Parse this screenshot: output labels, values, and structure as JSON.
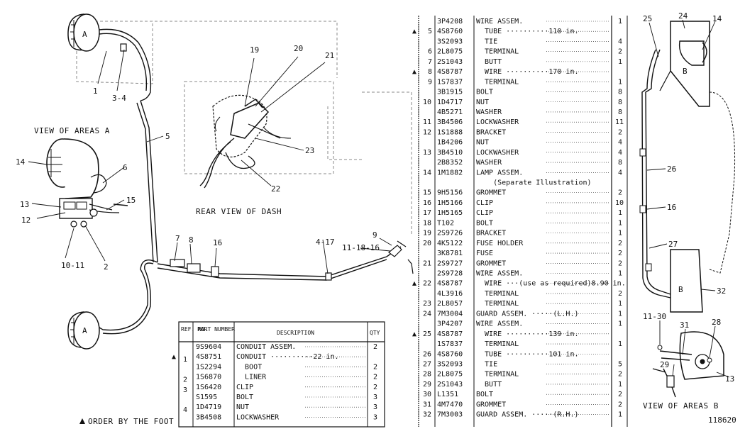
{
  "captions": {
    "view_areas_a": "VIEW OF AREAS A",
    "rear_view_dash": "REAR VIEW OF DASH",
    "view_areas_b": "VIEW OF AREAS B",
    "order_note": "ORDER BY THE FOOT",
    "drawing_id": "118620"
  },
  "lamp_labels": {
    "a_top": "A",
    "a_bottom": "A",
    "b_top": "B",
    "b_bottom": "B"
  },
  "callouts_left": {
    "c1": "1",
    "c3_4": "3-4",
    "c5": "5",
    "c6": "6",
    "c14": "14",
    "c15": "15",
    "c13": "13",
    "c12": "12",
    "c10_11": "10-11",
    "c2": "2",
    "c7": "7",
    "c8": "8",
    "c16": "16",
    "c4_17": "4-17",
    "c9": "9",
    "c11_18_16": "11-18-16",
    "c19": "19",
    "c20": "20",
    "c21": "21",
    "c23": "23",
    "c22": "22"
  },
  "callouts_right": {
    "c25": "25",
    "c24": "24",
    "c14": "14",
    "c26": "26",
    "c16": "16",
    "c27": "27",
    "c32": "32",
    "c11_30": "11-30",
    "c31": "31",
    "c28": "28",
    "c29": "29",
    "c13": "13"
  },
  "small_table": {
    "headers": {
      "ref": "REF. NO.",
      "part": "PART NUMBER",
      "desc": "DESCRIPTION",
      "qty": "QTY"
    },
    "rows": [
      {
        "mark": "",
        "ref": "",
        "part": "9S9604",
        "desc": "CONDUIT ASSEM.",
        "qty": "2"
      },
      {
        "mark": "▲",
        "ref": "1",
        "part": "4S8751",
        "desc": "CONDUIT ··········22 in.",
        "qty": ""
      },
      {
        "mark": "",
        "ref": "",
        "part": "1S2294",
        "desc": "  BOOT",
        "qty": "2"
      },
      {
        "mark": "",
        "ref": "2",
        "part": "1S6870",
        "desc": "  LINER",
        "qty": "2"
      },
      {
        "mark": "",
        "ref": "3",
        "part": "1S6420",
        "desc": "CLIP",
        "qty": "2"
      },
      {
        "mark": "",
        "ref": "",
        "part": "S1595",
        "desc": "BOLT",
        "qty": "3"
      },
      {
        "mark": "",
        "ref": "4",
        "part": "1D4719",
        "desc": "NUT",
        "qty": "3"
      },
      {
        "mark": "",
        "ref": "",
        "part": "3B4508",
        "desc": "LOCKWASHER",
        "qty": "3"
      }
    ]
  },
  "main_table": {
    "rows": [
      {
        "mark": "",
        "ref": "",
        "part": "3P4208",
        "desc": "WIRE ASSEM.",
        "qty": "1"
      },
      {
        "mark": "▲",
        "ref": "5",
        "part": "4S8760",
        "desc": "  TUBE ··········110 in.",
        "qty": ""
      },
      {
        "mark": "",
        "ref": "",
        "part": "3S2093",
        "desc": "  TIE",
        "qty": "4"
      },
      {
        "mark": "",
        "ref": "6",
        "part": "2L8075",
        "desc": "  TERMINAL",
        "qty": "2"
      },
      {
        "mark": "",
        "ref": "7",
        "part": "2S1043",
        "desc": "  BUTT",
        "qty": "1"
      },
      {
        "mark": "▲",
        "ref": "8",
        "part": "4S8787",
        "desc": "  WIRE ··········170 in.",
        "qty": ""
      },
      {
        "mark": "",
        "ref": "9",
        "part": "1S7837",
        "desc": "  TERMINAL",
        "qty": "1"
      },
      {
        "mark": "",
        "ref": "",
        "part": "3B1915",
        "desc": "BOLT",
        "qty": "8"
      },
      {
        "mark": "",
        "ref": "10",
        "part": "1D4717",
        "desc": "NUT",
        "qty": "8"
      },
      {
        "mark": "",
        "ref": "",
        "part": "4B5271",
        "desc": "WASHER",
        "qty": "8"
      },
      {
        "mark": "",
        "ref": "11",
        "part": "3B4506",
        "desc": "LOCKWASHER",
        "qty": "11"
      },
      {
        "mark": "",
        "ref": "12",
        "part": "1S1888",
        "desc": "BRACKET",
        "qty": "2"
      },
      {
        "mark": "",
        "ref": "",
        "part": "1B4206",
        "desc": "NUT",
        "qty": "4"
      },
      {
        "mark": "",
        "ref": "13",
        "part": "3B4510",
        "desc": "LOCKWASHER",
        "qty": "4"
      },
      {
        "mark": "",
        "ref": "",
        "part": "2B8352",
        "desc": "WASHER",
        "qty": "8"
      },
      {
        "mark": "",
        "ref": "14",
        "part": "1M1882",
        "desc": "LAMP ASSEM.",
        "qty": "4"
      },
      {
        "mark": "",
        "ref": "",
        "part": "",
        "desc": "    (Separate Illustration)",
        "qty": ""
      },
      {
        "mark": "",
        "ref": "15",
        "part": "9H5156",
        "desc": "GROMMET",
        "qty": "2"
      },
      {
        "mark": "",
        "ref": "16",
        "part": "1H5166",
        "desc": "CLIP",
        "qty": "10"
      },
      {
        "mark": "",
        "ref": "17",
        "part": "1H5165",
        "desc": "CLIP",
        "qty": "1"
      },
      {
        "mark": "",
        "ref": "18",
        "part": "T102",
        "desc": "BOLT",
        "qty": "1"
      },
      {
        "mark": "",
        "ref": "19",
        "part": "2S9726",
        "desc": "BRACKET",
        "qty": "1"
      },
      {
        "mark": "",
        "ref": "20",
        "part": "4K5122",
        "desc": "FUSE HOLDER",
        "qty": "2"
      },
      {
        "mark": "",
        "ref": "",
        "part": "3K8781",
        "desc": "FUSE",
        "qty": "2"
      },
      {
        "mark": "",
        "ref": "21",
        "part": "2S9727",
        "desc": "GROMMET",
        "qty": "2"
      },
      {
        "mark": "",
        "ref": "",
        "part": "2S9728",
        "desc": "WIRE ASSEM.",
        "qty": "1"
      },
      {
        "mark": "▲",
        "ref": "22",
        "part": "4S8787",
        "desc": "  WIRE ···(use as required)8.90 in.",
        "qty": ""
      },
      {
        "mark": "",
        "ref": "",
        "part": "4L3916",
        "desc": "  TERMINAL",
        "qty": "2"
      },
      {
        "mark": "",
        "ref": "23",
        "part": "2L8057",
        "desc": "  TERMINAL",
        "qty": "1"
      },
      {
        "mark": "",
        "ref": "24",
        "part": "7M3004",
        "desc": "GUARD ASSEM. ·····(L.H.)",
        "qty": "1"
      },
      {
        "mark": "",
        "ref": "",
        "part": "3P4207",
        "desc": "WIRE ASSEM.",
        "qty": "1"
      },
      {
        "mark": "▲",
        "ref": "25",
        "part": "4S8787",
        "desc": "  WIRE ··········139 in.",
        "qty": ""
      },
      {
        "mark": "",
        "ref": "",
        "part": "1S7837",
        "desc": "  TERMINAL",
        "qty": "1"
      },
      {
        "mark": "",
        "ref": "26",
        "part": "4S8760",
        "desc": "  TUBE ··········101 in.",
        "qty": ""
      },
      {
        "mark": "",
        "ref": "27",
        "part": "3S2093",
        "desc": "  TIE",
        "qty": "5"
      },
      {
        "mark": "",
        "ref": "28",
        "part": "2L8075",
        "desc": "  TERMINAL",
        "qty": "2"
      },
      {
        "mark": "",
        "ref": "29",
        "part": "2S1043",
        "desc": "  BUTT",
        "qty": "1"
      },
      {
        "mark": "",
        "ref": "30",
        "part": "L1351",
        "desc": "BOLT",
        "qty": "2"
      },
      {
        "mark": "",
        "ref": "31",
        "part": "4M7470",
        "desc": "GROMMET",
        "qty": "2"
      },
      {
        "mark": "",
        "ref": "32",
        "part": "7M3003",
        "desc": "GUARD ASSEM. ·····(R.H.)",
        "qty": "1"
      }
    ]
  }
}
